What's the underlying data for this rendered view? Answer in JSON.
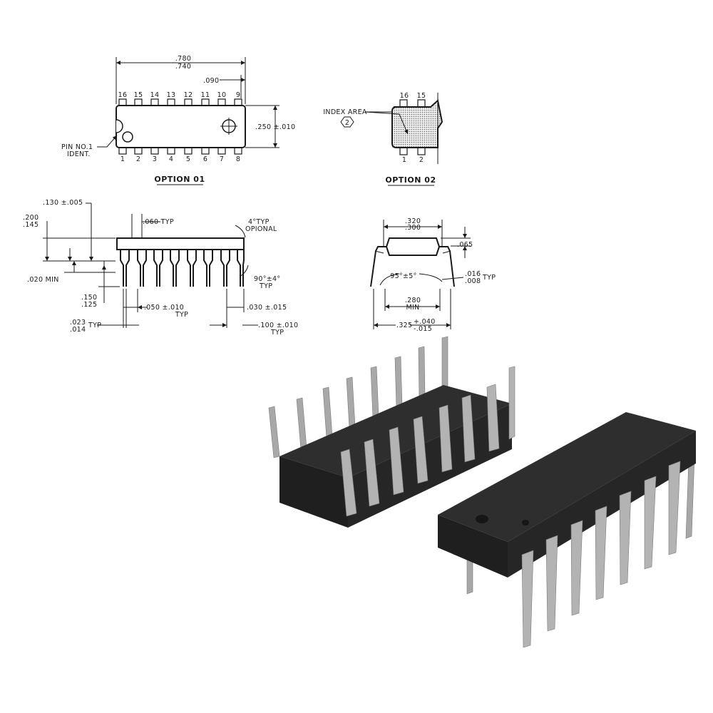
{
  "top_view": {
    "top_pins": [
      "16",
      "15",
      "14",
      "13",
      "12",
      "11",
      "10",
      "9"
    ],
    "bottom_pins": [
      "1",
      "2",
      "3",
      "4",
      "5",
      "6",
      "7",
      "8"
    ],
    "length_max": ".780",
    "length_min": ".740",
    "end_dim": ".090",
    "width": ".250 ±.010",
    "pin1_line1": "PIN NO.1",
    "pin1_line2": "IDENT.",
    "caption": "OPTION 01"
  },
  "option2": {
    "index_area": "INDEX AREA",
    "index_ref": "2",
    "top_pins": [
      "16",
      "15"
    ],
    "bottom_pins": [
      "1",
      "2"
    ],
    "caption": "OPTION 02"
  },
  "side_view": {
    "standoff": ".130 ±.005",
    "height_max": ".200",
    "height_min": ".145",
    "shoulder": ".060 TYP",
    "angle_line1": "4°TYP",
    "angle_line2": "OPIONAL",
    "seat": ".020 MIN",
    "lead_angle_line1": "90°±4°",
    "lead_angle_line2": "TYP",
    "lead_len_max": ".150",
    "lead_len_min": ".125",
    "shoulder_w_line1": ".050 ±.010",
    "shoulder_w_line2": "TYP",
    "end_lead": ".030 ±.015",
    "lead_w_max": ".023",
    "lead_w_min": ".014",
    "lead_w_typ": "TYP",
    "pitch_line1": ".100 ±.010",
    "pitch_line2": "TYP"
  },
  "end_view": {
    "width_max": ".320",
    "width_min": ".300",
    "thickness": ".065",
    "angle": "95°±5°",
    "lead_t_max": ".016",
    "lead_t_min": ".008",
    "lead_t_typ": "TYP",
    "row_min_line1": ".280",
    "row_min_line2": "MIN",
    "row_span": ".325",
    "row_tol_plus": "+.040",
    "row_tol_minus": "-.015"
  },
  "colors": {
    "body": "#2b2b2b",
    "lead": "#a8a8a8",
    "ink": "#1a1a1a",
    "hatch": "#bdbdbd"
  }
}
